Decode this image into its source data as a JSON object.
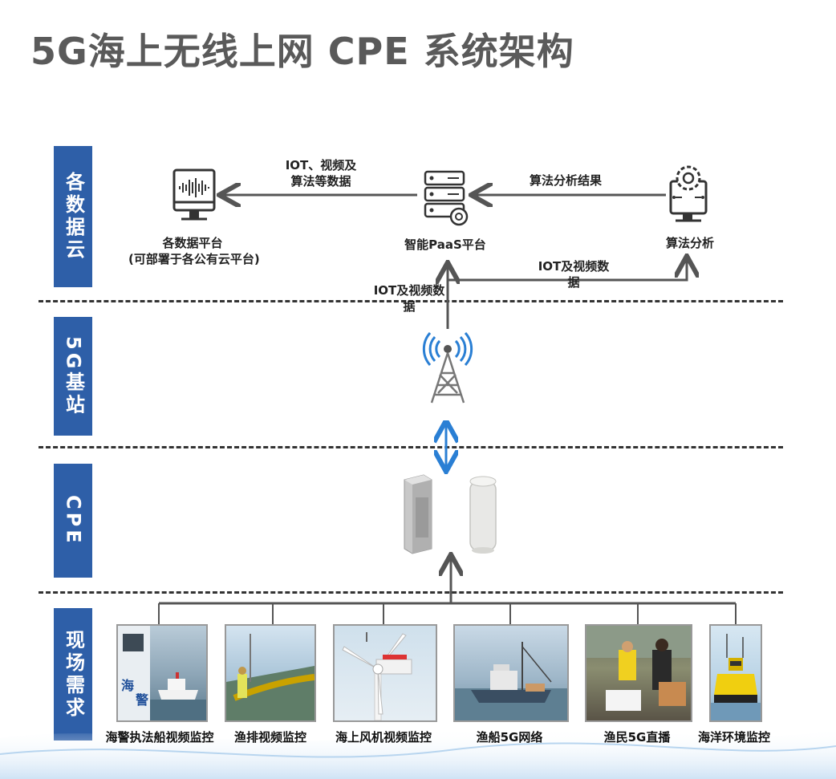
{
  "title": "5G海上无线上网 CPE 系统架构",
  "layers": [
    {
      "label": "各数据云"
    },
    {
      "label": "5G基站"
    },
    {
      "label": "CPE"
    },
    {
      "label": "现场需求"
    }
  ],
  "nodes": {
    "data_platform": {
      "line1": "各数据平台",
      "line2": "(可部署于各公有云平台)"
    },
    "paas": {
      "label": "智能PaaS平台"
    },
    "algorithm": {
      "label": "算法分析"
    }
  },
  "edges": {
    "paas_to_platform": {
      "line1": "IOT、视频及",
      "line2": "算法等数据"
    },
    "algo_to_paas": {
      "label": "算法分析结果"
    },
    "paas_to_algo": {
      "line1": "IOT及视频数",
      "line2": "据"
    },
    "tower_to_paas": {
      "line1": "IOT及视频数",
      "line2": "据"
    }
  },
  "scenes": [
    {
      "label": "海警执法船视频监控"
    },
    {
      "label": "渔排视频监控"
    },
    {
      "label": "海上风机视频监控"
    },
    {
      "label": "渔船5G网络"
    },
    {
      "label": "渔民5G直播"
    },
    {
      "label": "海洋环境监控"
    }
  ],
  "colors": {
    "layer_bg": "#2e5fa8",
    "arrow": "#555555",
    "bidir_arrow": "#2a7fd4"
  },
  "icons": [
    "monitor-audio-icon",
    "server-gear-icon",
    "monitor-gear-icon",
    "signal-tower-icon",
    "cpe-box-icon",
    "cpe-cylinder-icon"
  ]
}
